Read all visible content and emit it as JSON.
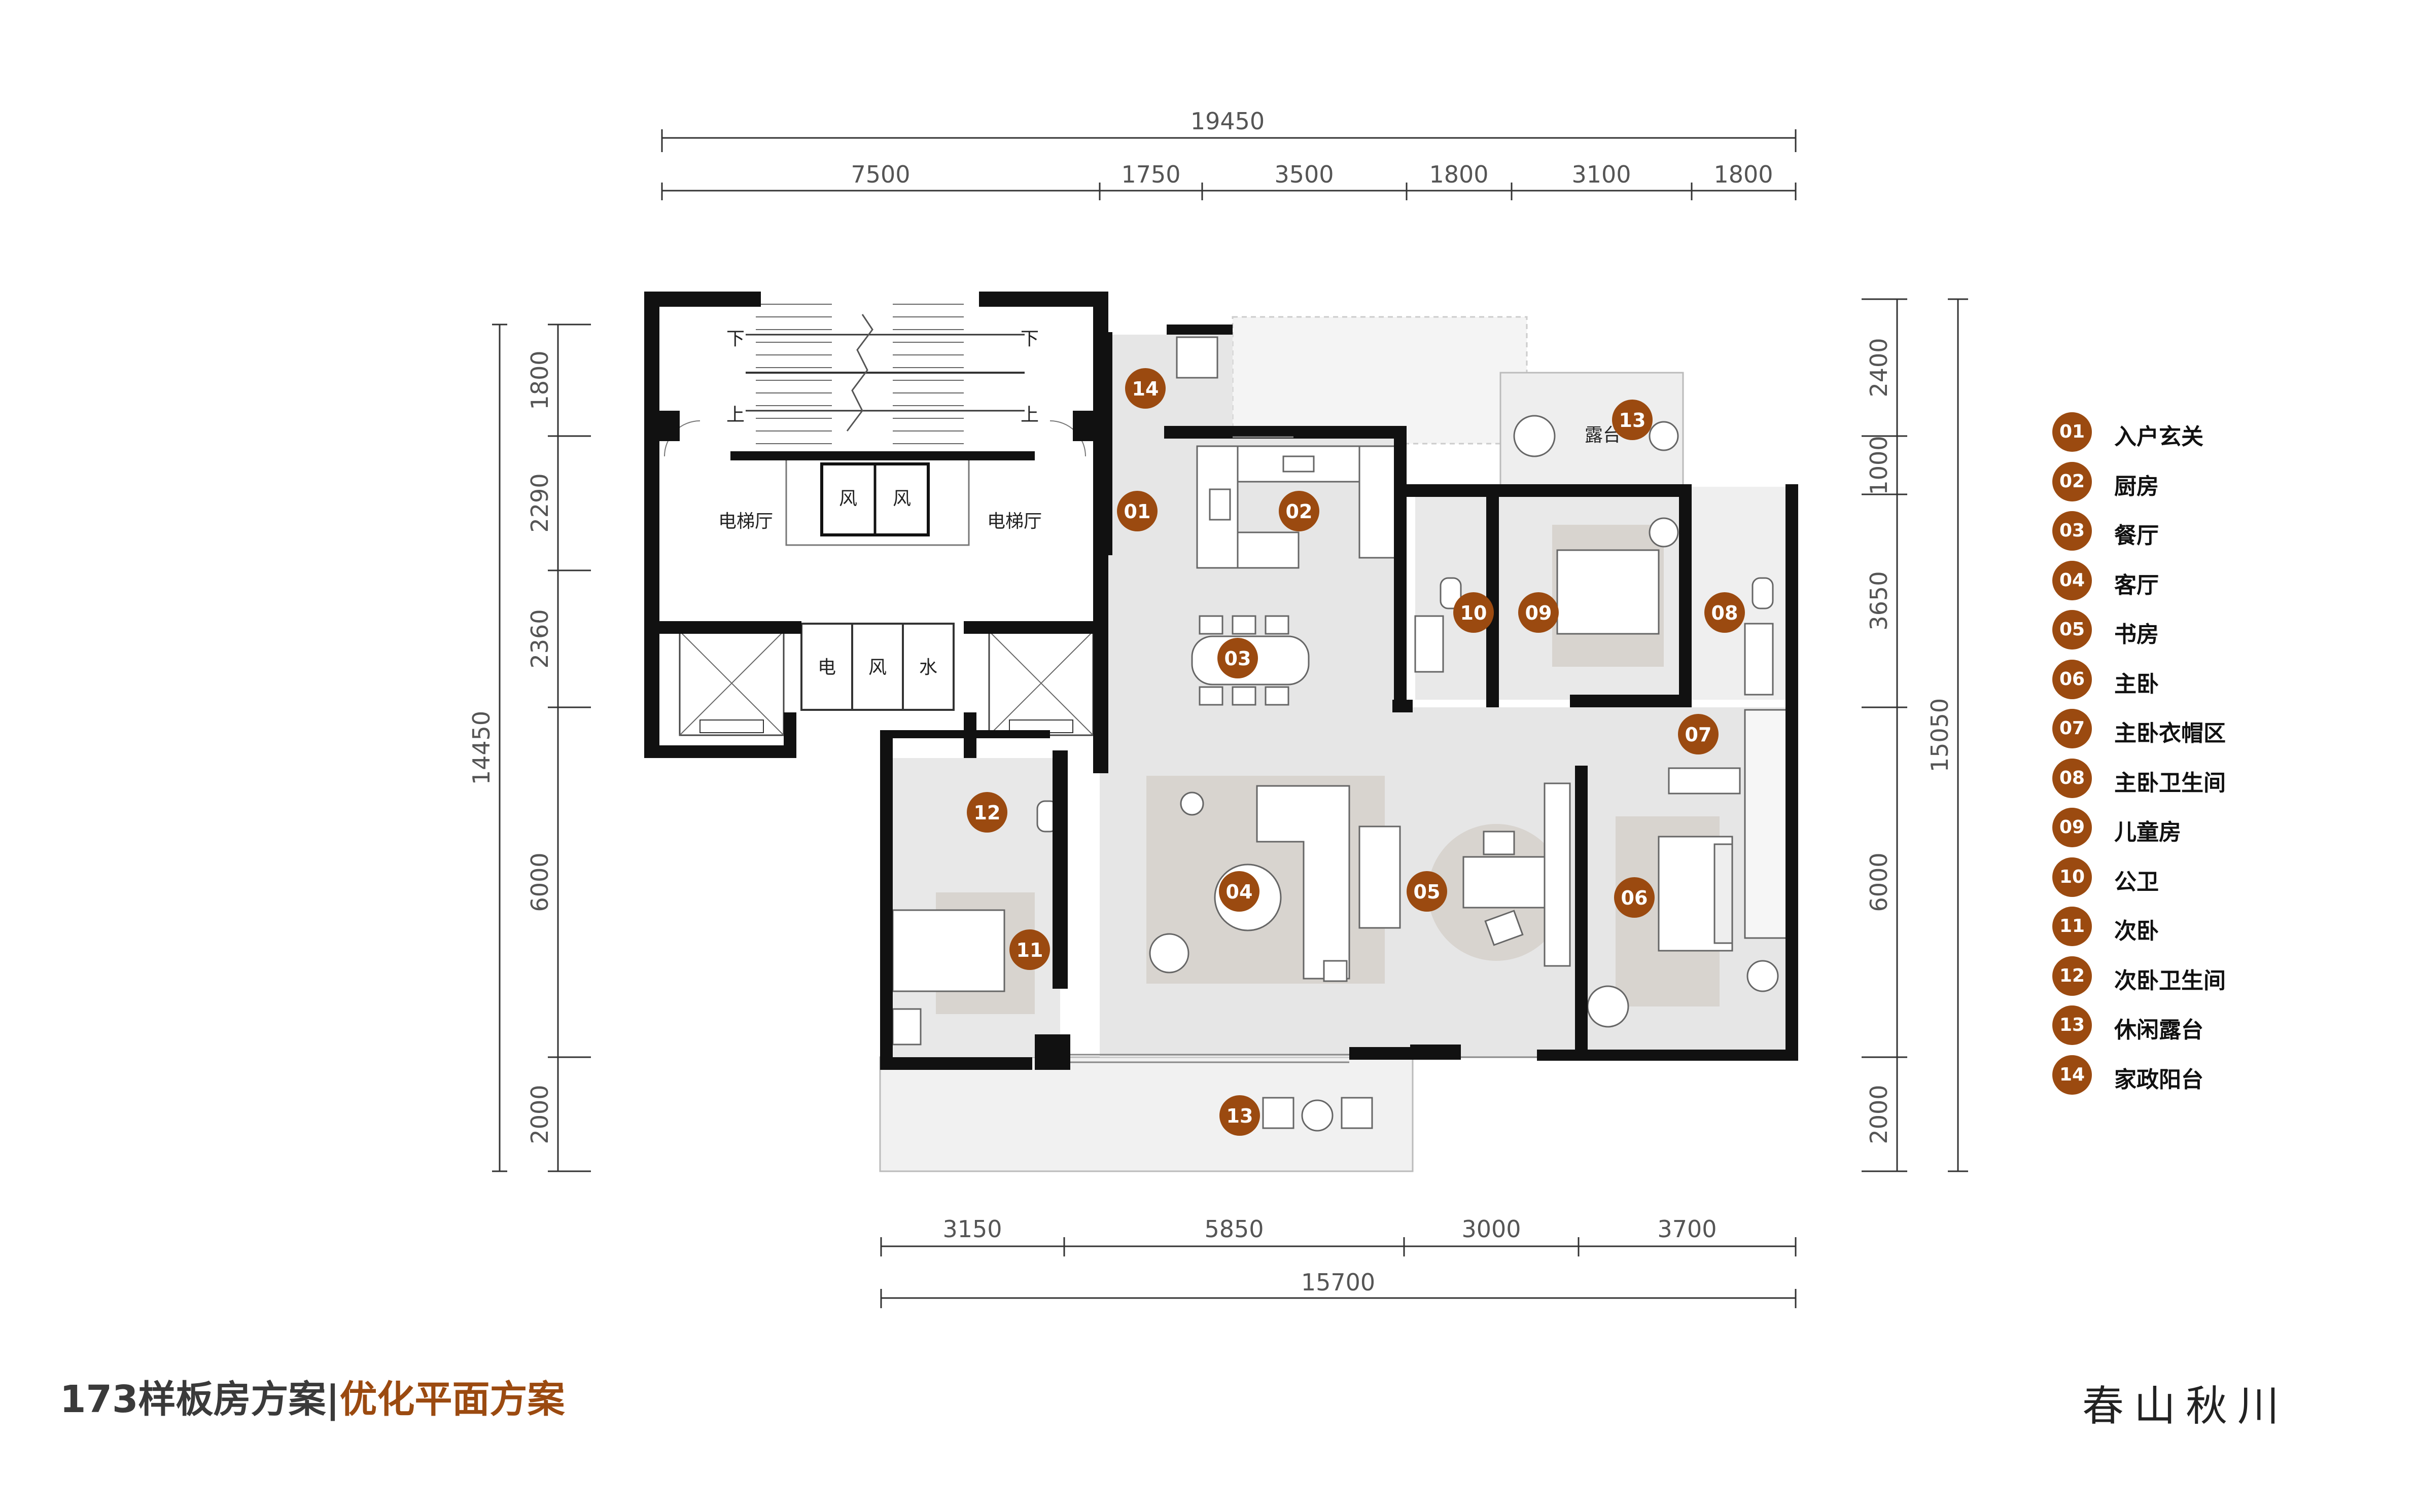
{
  "dimensions": {
    "top_total": "19450",
    "top_segments": [
      "7500",
      "1750",
      "3500",
      "1800",
      "3100",
      "1800"
    ],
    "bottom_segments": [
      "3150",
      "5850",
      "3000",
      "3700"
    ],
    "bottom_total": "15700",
    "left_total": "14450",
    "left_segments": [
      "1800",
      "2290",
      "2360",
      "6000",
      "2000"
    ],
    "right_total": "15050",
    "right_segments": [
      "2400",
      "1000",
      "3650",
      "6000",
      "2000"
    ]
  },
  "plan_labels": {
    "elevator_hall_left": "电梯厅",
    "elevator_hall_right": "电梯厅",
    "stair_down_1": "下",
    "stair_down_2": "下",
    "stair_up_1": "上",
    "stair_up_2": "上",
    "shaft_wind_1": "风",
    "shaft_wind_2": "风",
    "shaft_elec": "电",
    "shaft_wind_3": "风",
    "shaft_water": "水",
    "terrace_label": "露台"
  },
  "markers": [
    "01",
    "02",
    "03",
    "04",
    "05",
    "06",
    "07",
    "08",
    "09",
    "10",
    "11",
    "12",
    "13",
    "13",
    "14"
  ],
  "legend": [
    {
      "num": "01",
      "label": "入户玄关"
    },
    {
      "num": "02",
      "label": "厨房"
    },
    {
      "num": "03",
      "label": "餐厅"
    },
    {
      "num": "04",
      "label": "客厅"
    },
    {
      "num": "05",
      "label": "书房"
    },
    {
      "num": "06",
      "label": "主卧"
    },
    {
      "num": "07",
      "label": "主卧衣帽区"
    },
    {
      "num": "08",
      "label": "主卧卫生间"
    },
    {
      "num": "09",
      "label": "儿童房"
    },
    {
      "num": "10",
      "label": "公卫"
    },
    {
      "num": "11",
      "label": "次卧"
    },
    {
      "num": "12",
      "label": "次卧卫生间"
    },
    {
      "num": "13",
      "label": "休闲露台"
    },
    {
      "num": "14",
      "label": "家政阳台"
    }
  ],
  "footer": {
    "title_main": "173样板房方案",
    "separator": "|",
    "title_highlight": "优化平面方案",
    "brand": "春山秋川"
  },
  "colors": {
    "marker": "#9b4a10",
    "floor": "#e6e6e6",
    "rug": "#d8d4cf",
    "wall": "#111111"
  }
}
